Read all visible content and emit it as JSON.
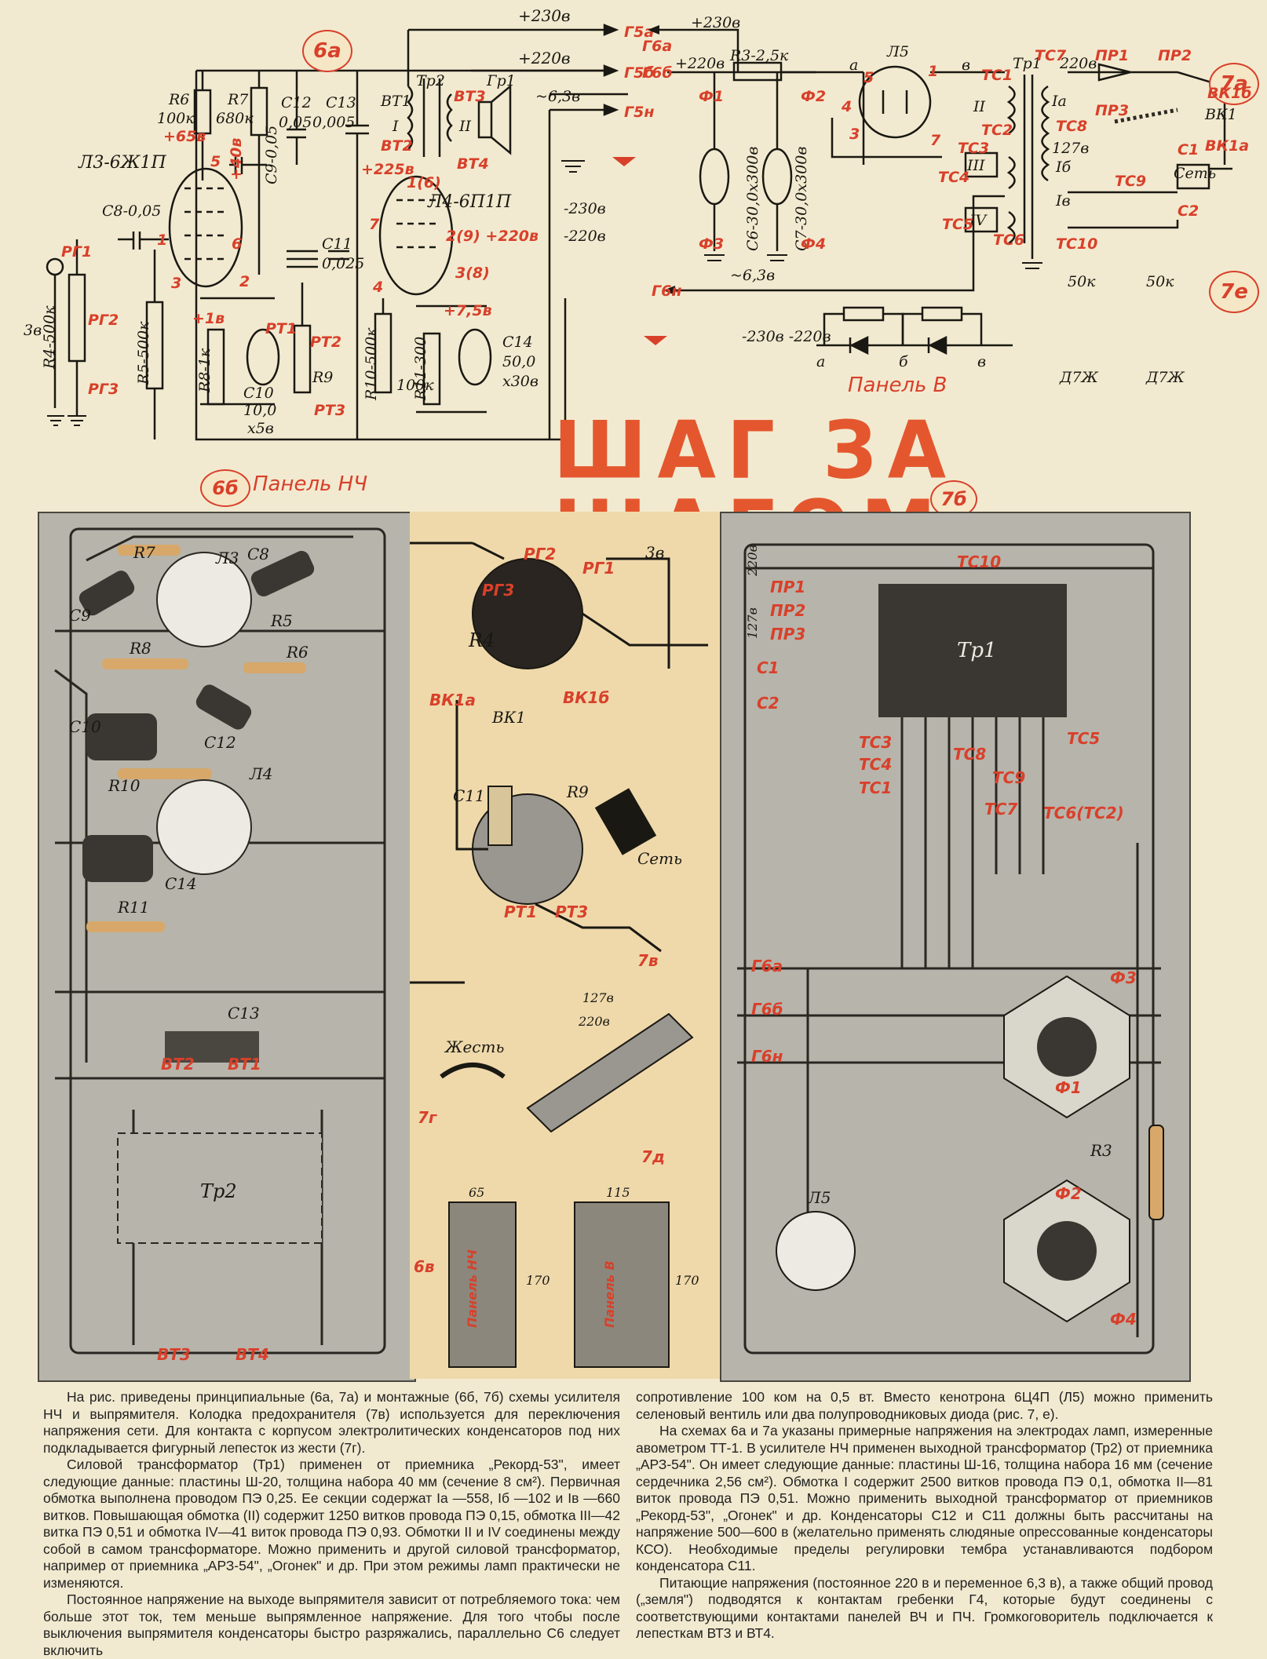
{
  "schematic_6a": {
    "label": "6а",
    "black_labels": [
      {
        "t": "+230в"
      },
      {
        "t": "+220в"
      },
      {
        "t": "~6,3в"
      },
      {
        "t": "R6"
      },
      {
        "t": "100к"
      },
      {
        "t": "R7"
      },
      {
        "t": "680к"
      },
      {
        "t": "C12"
      },
      {
        "t": "0,05"
      },
      {
        "t": "C13"
      },
      {
        "t": "0,005"
      },
      {
        "t": "BT1"
      },
      {
        "t": "I"
      },
      {
        "t": "Тр2"
      },
      {
        "t": "II"
      },
      {
        "t": "Гр1"
      },
      {
        "t": "Л3-6Ж1П"
      },
      {
        "t": "Л4-6П1П"
      },
      {
        "t": "C8-0,05"
      },
      {
        "t": "C9-0,05"
      },
      {
        "t": "C11"
      },
      {
        "t": "0,025"
      },
      {
        "t": "3в"
      },
      {
        "t": "R4-500к"
      },
      {
        "t": "R5-500к"
      },
      {
        "t": "R8-1к"
      },
      {
        "t": "C10"
      },
      {
        "t": "10,0"
      },
      {
        "t": "х5в"
      },
      {
        "t": "R9"
      },
      {
        "t": "R10-500к"
      },
      {
        "t": "100к"
      },
      {
        "t": "R11-300"
      },
      {
        "t": "C14"
      },
      {
        "t": "50,0"
      },
      {
        "t": "х30в"
      },
      {
        "t": "-230в"
      },
      {
        "t": "-220в"
      }
    ],
    "red_labels": [
      {
        "t": "Г5а"
      },
      {
        "t": "Г5б"
      },
      {
        "t": "Г5н"
      },
      {
        "t": "+65в"
      },
      {
        "t": "+40в"
      },
      {
        "t": "+225в"
      },
      {
        "t": "2(9) +220в"
      },
      {
        "t": "3(8)"
      },
      {
        "t": "+7,5в"
      },
      {
        "t": "+1в"
      },
      {
        "t": "РГ1"
      },
      {
        "t": "РГ2"
      },
      {
        "t": "РГ3"
      },
      {
        "t": "РТ1"
      },
      {
        "t": "РТ2"
      },
      {
        "t": "РТ3"
      },
      {
        "t": "ВТ3"
      },
      {
        "t": "ВТ4"
      },
      {
        "t": "ВТ2"
      },
      {
        "t": "1(6)"
      },
      {
        "t": "5"
      },
      {
        "t": "6"
      },
      {
        "t": "7"
      },
      {
        "t": "1"
      },
      {
        "t": "2"
      },
      {
        "t": "3"
      },
      {
        "t": "4"
      }
    ]
  },
  "schematic_7a": {
    "label": "7а",
    "black_labels": [
      {
        "t": "+230в"
      },
      {
        "t": "+220в"
      },
      {
        "t": "R3-2,5к"
      },
      {
        "t": "Л5"
      },
      {
        "t": "а"
      },
      {
        "t": "в"
      },
      {
        "t": "Тр1"
      },
      {
        "t": "II"
      },
      {
        "t": "III"
      },
      {
        "t": "IV"
      },
      {
        "t": "Iа"
      },
      {
        "t": "127в"
      },
      {
        "t": "Iб"
      },
      {
        "t": "Iв"
      },
      {
        "t": "220в"
      },
      {
        "t": "ВК1"
      },
      {
        "t": "Сеть"
      },
      {
        "t": "C6-30,0х300в"
      },
      {
        "t": "C7-30,0х300в"
      },
      {
        "t": "~6,3в"
      },
      {
        "t": "-230в -220в"
      }
    ],
    "red_labels": [
      {
        "t": "Г6а"
      },
      {
        "t": "Г6б"
      },
      {
        "t": "Г6н"
      },
      {
        "t": "Ф1"
      },
      {
        "t": "Ф2"
      },
      {
        "t": "Ф3"
      },
      {
        "t": "Ф4"
      },
      {
        "t": "ТС1"
      },
      {
        "t": "ТС2"
      },
      {
        "t": "ТС3"
      },
      {
        "t": "ТС4"
      },
      {
        "t": "ТС5"
      },
      {
        "t": "ТС6"
      },
      {
        "t": "ТС7"
      },
      {
        "t": "ТС8"
      },
      {
        "t": "ТС9"
      },
      {
        "t": "ТС10"
      },
      {
        "t": "ПР1"
      },
      {
        "t": "ПР2"
      },
      {
        "t": "ПР3"
      },
      {
        "t": "ВК1б"
      },
      {
        "t": "ВК1а"
      },
      {
        "t": "С1"
      },
      {
        "t": "С2"
      },
      {
        "t": "5"
      },
      {
        "t": "4"
      },
      {
        "t": "3"
      },
      {
        "t": "7"
      },
      {
        "t": "1"
      }
    ]
  },
  "schematic_7e": {
    "label": "7е",
    "r1": "50к",
    "r2": "50к",
    "d1": "Д7Ж",
    "d2": "Д7Ж",
    "a": "а",
    "b": "б",
    "c": "в"
  },
  "panel_b_title": "Панель В",
  "headline": "ШАГ ЗА ШАГОМ",
  "panel_6b": {
    "label": "6б",
    "title": "Панель НЧ",
    "parts": [
      "R7",
      "C9",
      "Л3",
      "C8",
      "R5",
      "R8",
      "R6",
      "C10",
      "C12",
      "Л4",
      "R10",
      "C14",
      "R11",
      "C13",
      "ВТ2",
      "ВТ1",
      "Тр2",
      "ВТ3",
      "ВТ4"
    ]
  },
  "middle": {
    "parts": [
      "РГ2",
      "РГ1",
      "РГ3",
      "3в",
      "R4",
      "ВК1а",
      "ВК1б",
      "ВК1",
      "C11",
      "R9",
      "РТ1",
      "РТ3",
      "Сеть",
      "7в",
      "Жесть",
      "7г",
      "7д",
      "6в"
    ],
    "fuse_labels": [
      "127в",
      "220в"
    ],
    "dim_65": "65",
    "dim_115": "115",
    "dim_170a": "170",
    "dim_170b": "170",
    "plate_a": "Панель НЧ",
    "plate_b": "Панель В"
  },
  "panel_7b": {
    "label": "7б",
    "parts": [
      "220в",
      "127в",
      "ПР1",
      "ПР2",
      "ПР3",
      "С1",
      "С2",
      "ТС10",
      "Тр1",
      "ТС3",
      "ТС4",
      "ТС8",
      "ТС1",
      "ТС9",
      "ТС7",
      "ТС5",
      "ТС6(ТС2)",
      "Г6а",
      "Г6б",
      "Г6н",
      "Ф3",
      "Ф1",
      "R3",
      "Л5",
      "Ф2",
      "Ф4"
    ]
  },
  "article": {
    "col1": [
      "На рис. приведены принципиальные (6а, 7а) и монтажные (6б, 7б) схемы усилителя НЧ и выпрямителя. Колодка предохранителя (7в) используется для переключения напряжения сети. Для контакта с корпусом электролитических конденсаторов под них подкладывается фигурный лепесток из жести (7г).",
      "Силовой трансформатор (Тр1) применен от приемника „Рекорд-53\", имеет следующие данные: пластины Ш-20, толщина набора 40 мм (сечение 8 см²). Первичная обмотка выполнена проводом ПЭ 0,25. Ее секции содержат Iа —558, Iб —102 и Iв —660 витков. Повышающая обмотка (II) содержит 1250 витков провода ПЭ 0,15, обмотка III—42 витка ПЭ 0,51 и обмотка IV—41 виток провода ПЭ 0,93. Обмотки II и IV соединены между собой в самом трансформаторе. Можно применить и другой силовой трансформатор, например от приемника „АРЗ-54\", „Огонек\" и др. При этом режимы ламп практически не изменяются.",
      "Постоянное напряжение на выходе выпрямителя зависит от потребляемого тока: чем больше этот ток, тем меньше выпрямленное напряжение. Для того чтобы после выключения выпрямителя конденсаторы быстро разряжались, параллельно C6 следует включить"
    ],
    "col2": [
      "сопротивление 100 ком на 0,5 вт. Вместо кенотрона 6Ц4П (Л5) можно применить селеновый вентиль или два полупроводниковых диода (рис. 7, е).",
      "На схемах 6а и 7а указаны примерные напряжения на электродах ламп, измеренные авометром ТТ-1. В усилителе НЧ применен выходной трансформатор (Тр2) от приемника „АРЗ-54\". Он имеет следующие данные: пластины Ш-16, толщина набора 16 мм (сечение сердечника 2,56 см²). Обмотка I содержит 2500 витков провода ПЭ 0,1, обмотка II—81 виток провода ПЭ 0,51. Можно применить выходной трансформатор от приемников „Рекорд-53\", „Огонек\" и др. Конденсаторы C12 и C11 должны быть рассчитаны на напряжение 500—600 в (желательно применять слюдяные опрессованные конденсаторы КСО). Необходимые пределы регулировки тембра устанавливаются подбором конденсатора C11.",
      "Питающие напряжения (постоянное 220 в и переменное 6,3 в), а также общий провод („земля\") подводятся к контактам гребенки Г4, которые будут соединены с соответствующими контактами панелей ВЧ и ПЧ. Громкоговоритель подключается к лепесткам ВТ3 и ВТ4."
    ]
  }
}
